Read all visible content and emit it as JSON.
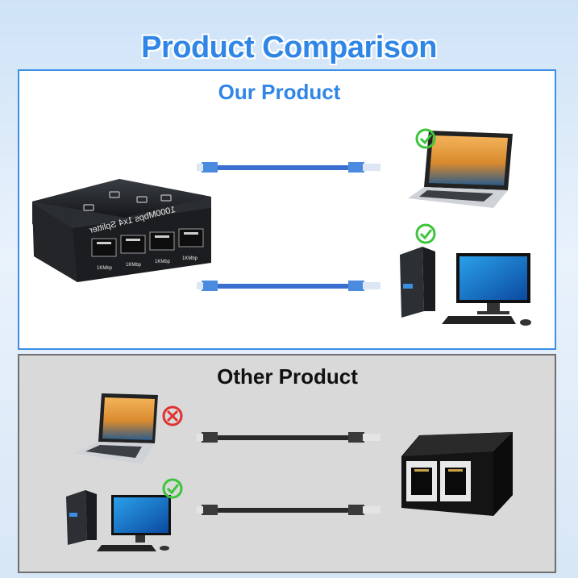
{
  "title": "Product Comparison",
  "our_product": {
    "heading": "Our Product",
    "device_label": "1000Mbps 1x4 Splitter",
    "port_labels": [
      "1KMbp",
      "1KMbp",
      "1KMbp",
      "1KMbp"
    ]
  },
  "other_product": {
    "heading": "Other Product"
  },
  "colors": {
    "accent_blue": "#2f86e6",
    "check_green": "#3cc43a",
    "cross_red": "#e03232",
    "cable_blue": "#3a6fd0",
    "cable_black": "#2a2a2a"
  },
  "icons": {
    "works": "check-icon",
    "fails": "cross-icon"
  }
}
